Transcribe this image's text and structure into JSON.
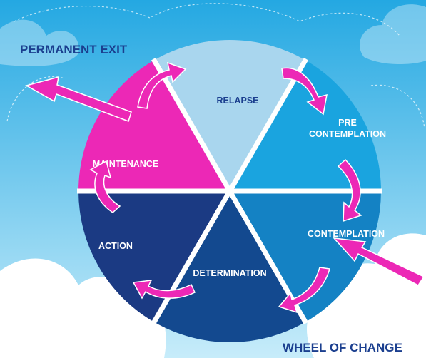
{
  "title": "PERMANENT EXIT",
  "footer": "WHEEL OF CHANGE",
  "colors": {
    "sky_top": "#24a8e2",
    "sky_bottom": "#c7ecfa",
    "cloud": "#ffffff",
    "arrow": "#ec28b6",
    "title": "#1b3f8f",
    "separator": "#ffffff"
  },
  "segments": [
    {
      "key": "relapse",
      "label_lines": [
        "RELAPSE"
      ],
      "color": "#a9d6ee",
      "label_color": "dark"
    },
    {
      "key": "precontemplation",
      "label_lines": [
        "PRE",
        "CONTEMPLATION"
      ],
      "color": "#1aa4df",
      "label_color": "light"
    },
    {
      "key": "contemplation",
      "label_lines": [
        "CONTEMPLATION"
      ],
      "color": "#1482c4",
      "label_color": "light"
    },
    {
      "key": "determination",
      "label_lines": [
        "DETERMINATION"
      ],
      "color": "#13498f",
      "label_color": "light"
    },
    {
      "key": "action",
      "label_lines": [
        "ACTION"
      ],
      "color": "#1b3a83",
      "label_color": "light"
    },
    {
      "key": "maintenance",
      "label_lines": [
        "MAINTENANCE"
      ],
      "color": "#ec28b6",
      "label_color": "light"
    }
  ],
  "arrows": [
    {
      "from": "relapse",
      "to": "precontemplation",
      "icon": "curved-arrow-icon"
    },
    {
      "from": "precontemplation",
      "to": "contemplation",
      "icon": "curved-arrow-icon"
    },
    {
      "from": "contemplation",
      "to": "determination",
      "icon": "curved-arrow-icon"
    },
    {
      "from": "determination",
      "to": "action",
      "icon": "curved-arrow-icon"
    },
    {
      "from": "action",
      "to": "maintenance",
      "icon": "curved-arrow-icon"
    },
    {
      "from": "maintenance",
      "to": "relapse",
      "icon": "curved-arrow-icon"
    },
    {
      "from": "maintenance",
      "to": "permanent exit",
      "icon": "straight-arrow-icon"
    },
    {
      "from": "entry",
      "to": "contemplation",
      "icon": "straight-arrow-icon"
    }
  ]
}
